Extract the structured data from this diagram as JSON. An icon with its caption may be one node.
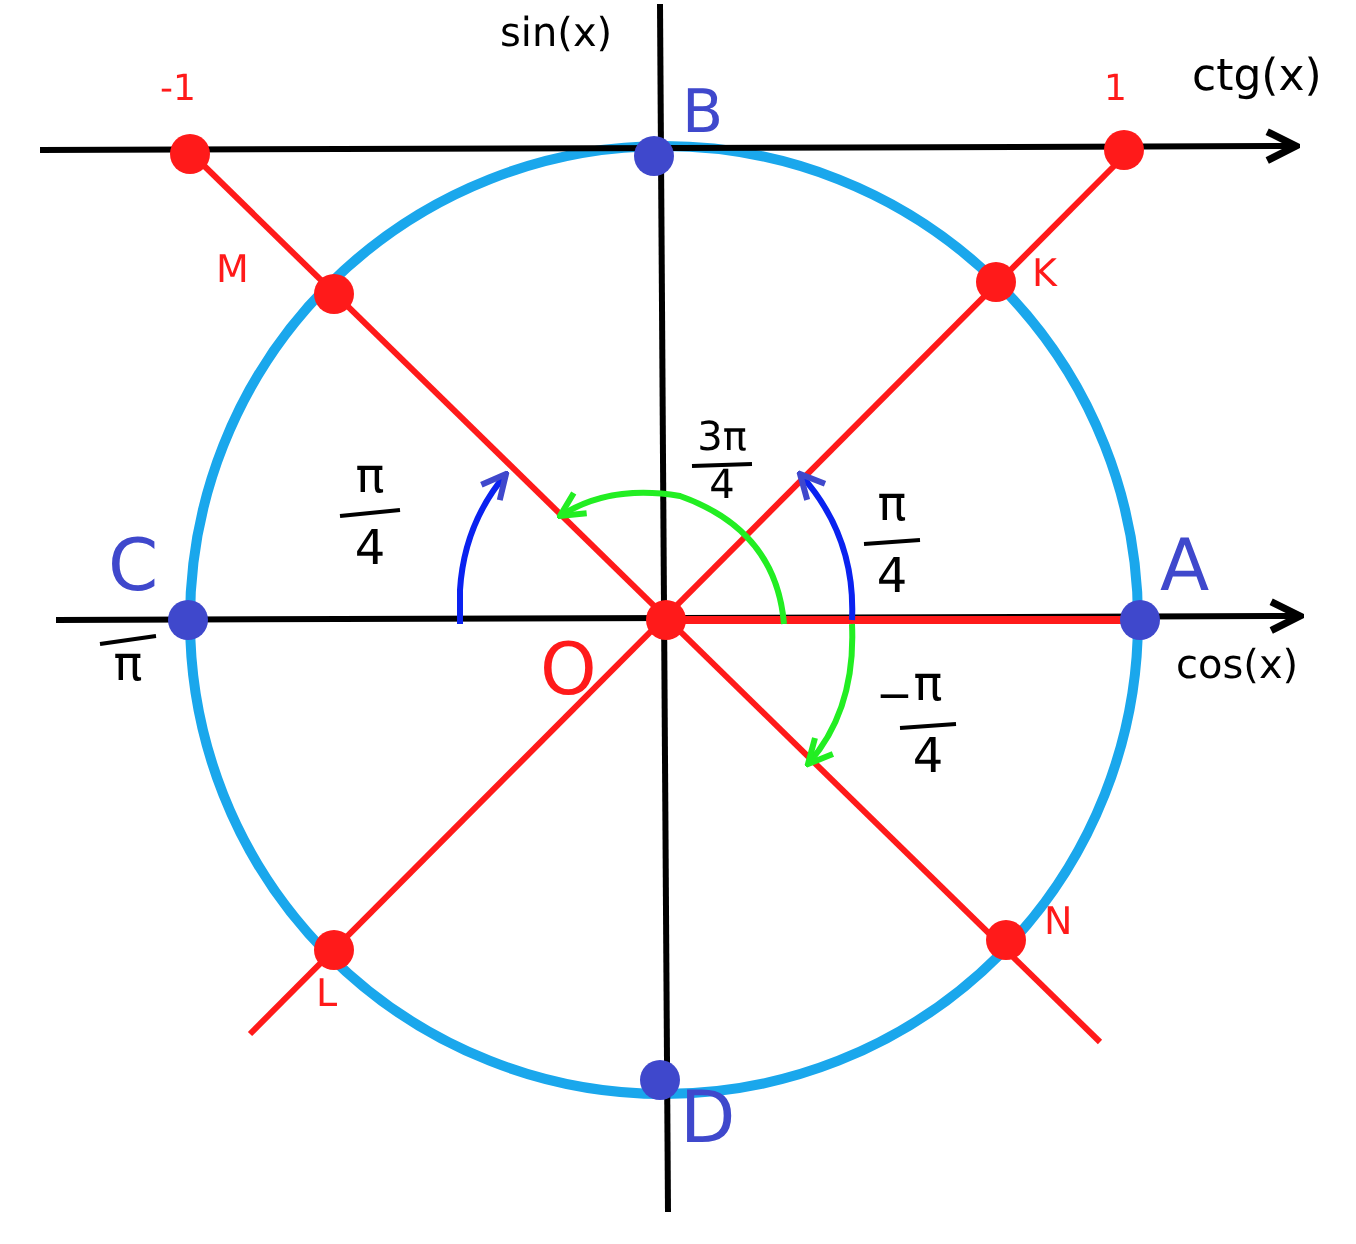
{
  "diagram": {
    "labels": [
      "sin(x)",
      "ctg(x)",
      "-1",
      "B",
      "1",
      "M",
      "K",
      "3π",
      "π",
      "4",
      "π",
      "4",
      "4",
      "C",
      "A",
      "π",
      "cos(x)",
      "O",
      "−",
      "π",
      "4",
      "L",
      "N",
      "D"
    ]
  }
}
